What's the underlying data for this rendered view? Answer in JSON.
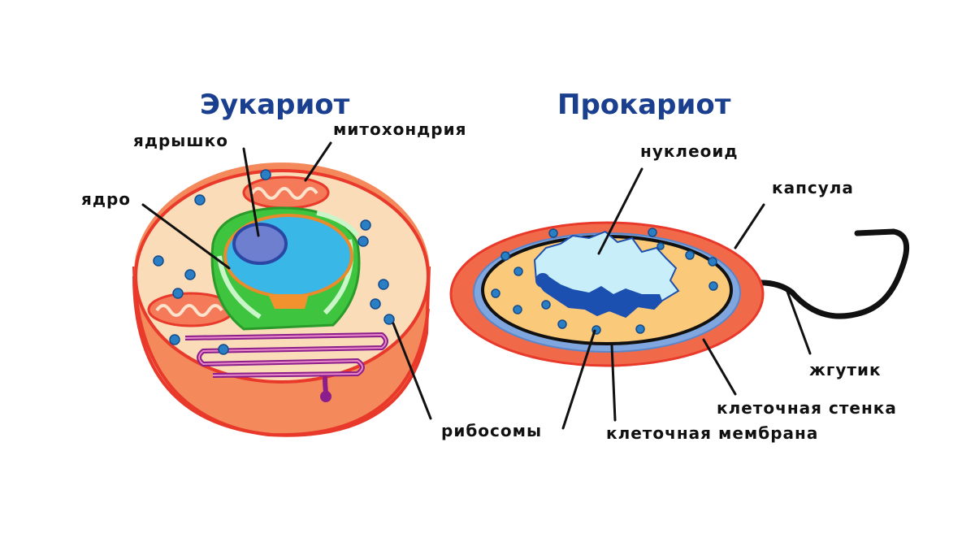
{
  "eukaryote": {
    "title": "Эукариот",
    "labels": {
      "nucleolus": "ядрышко",
      "mitochondrion": "митохондрия",
      "nucleus": "ядро",
      "ribosomes": "рибосомы"
    }
  },
  "prokaryote": {
    "title": "Прокариот",
    "labels": {
      "nucleoid": "нуклеоид",
      "capsule": "капсула",
      "flagellum": "жгутик",
      "cell_wall": "клеточная стенка",
      "cell_membrane": "клеточная мембрана"
    }
  },
  "colors": {
    "title": "#1a3f8f",
    "cell_border": "#e8392b",
    "cytoplasm_euk": "#fbdcb8",
    "cytoplasm_pro": "#fbc97a",
    "nucleus": "#39b7e6",
    "er_green": "#3ec43e",
    "golgi_purple": "#8b1e8b",
    "ribosome": "#2a7fc4",
    "capsule": "#f06a4a",
    "cell_wall_blue": "#7fa6de",
    "nucleoid_light": "#c8eef9",
    "nucleoid_dark": "#1b4fb0"
  }
}
